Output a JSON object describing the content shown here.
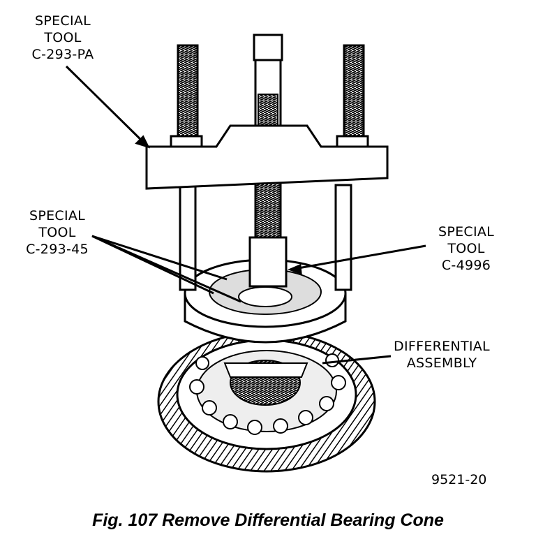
{
  "labels": {
    "tool_pa": [
      "SPECIAL",
      "TOOL",
      "C-293-PA"
    ],
    "tool_45": [
      "SPECIAL",
      "TOOL",
      "C-293-45"
    ],
    "tool_4996": [
      "SPECIAL",
      "TOOL",
      "C-4996"
    ],
    "diff_assembly": [
      "DIFFERENTIAL",
      "ASSEMBLY"
    ]
  },
  "figure_ref": "9521-20",
  "caption": "Fig. 107 Remove Differential Bearing Cone"
}
